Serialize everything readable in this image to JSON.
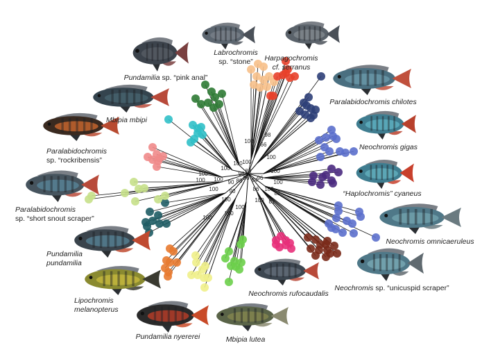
{
  "figure": {
    "taxa": [
      {
        "key": "pink-anal",
        "color": "#2e7a34",
        "fish": [
          "#3c434c",
          "#5a6068",
          "#7a4040"
        ],
        "lines": [
          [
            {
              "t": "Pundamilia",
              "i": true
            },
            {
              "t": " sp. “pink anal”",
              "i": false
            }
          ]
        ]
      },
      {
        "key": "stone",
        "color": "#f7c08a",
        "fish": [
          "#5c6670",
          "#7d858d",
          "#4a5058"
        ],
        "lines": [
          [
            {
              "t": "Labrochromis",
              "i": true
            }
          ],
          [
            {
              "t": "sp. “stone”",
              "i": false
            }
          ]
        ]
      },
      {
        "key": "serranus",
        "color": "#e8402a",
        "fish": [
          "#5a626a",
          "#888e94",
          "#4a5058"
        ],
        "lines": [
          [
            {
              "t": "Harpagochromis",
              "i": true
            }
          ],
          [
            {
              "t": "cf. serranus",
              "i": true
            }
          ]
        ]
      },
      {
        "key": "chilotes",
        "color": "#2e3f78",
        "fish": [
          "#4a6f80",
          "#6fa0b0",
          "#c0503c"
        ],
        "lines": [
          [
            {
              "t": "Paralabidochromis chilotes",
              "i": true
            }
          ]
        ]
      },
      {
        "key": "gigas",
        "color": "#5b6fcc",
        "fish": [
          "#3f7d90",
          "#64b8c8",
          "#b8402c"
        ],
        "lines": [
          [
            {
              "t": "Neochromis gigas",
              "i": true
            }
          ]
        ]
      },
      {
        "key": "cyaneus",
        "color": "#4a2a80",
        "fish": [
          "#3f7d90",
          "#6ab8c4",
          "#c8402c"
        ],
        "lines": [
          [
            {
              "t": "“Haplochromis” cyaneus",
              "i": true
            }
          ]
        ]
      },
      {
        "key": "omnicaeruleus",
        "color": "#5b6fcc",
        "fish": [
          "#4f7888",
          "#78a8b4",
          "#6a7a80"
        ],
        "lines": [
          [
            {
              "t": "Neochromis omnicaeruleus",
              "i": true
            }
          ]
        ]
      },
      {
        "key": "unicuspid",
        "color": "#7a2a1a",
        "fish": [
          "#4f7888",
          "#80b0bc",
          "#606a70"
        ],
        "lines": [
          [
            {
              "t": "Neochromis",
              "i": true
            },
            {
              "t": " sp. “unicuspid scraper”",
              "i": false
            }
          ]
        ]
      },
      {
        "key": "rufocaudalis",
        "color": "#e8307a",
        "fish": [
          "#3c4650",
          "#6a7480",
          "#b84a3a"
        ],
        "lines": [
          [
            {
              "t": "Neochromis rufocaudalis",
              "i": true
            }
          ]
        ]
      },
      {
        "key": "lutea",
        "color": "#6ccf4a",
        "fish": [
          "#5a6448",
          "#8a8a50",
          "#8a8a70"
        ],
        "lines": [
          [
            {
              "t": "Mbipia lutea",
              "i": true
            }
          ]
        ]
      },
      {
        "key": "nyererei",
        "color": "#f0f08a",
        "fish": [
          "#2a2a2a",
          "#d04028",
          "#c84a28"
        ],
        "lines": [
          [
            {
              "t": "Pundamilia nyererei",
              "i": true
            }
          ]
        ]
      },
      {
        "key": "melanopterus",
        "color": "#e87a30",
        "fish": [
          "#8a8a30",
          "#d0c040",
          "#3a3a30"
        ],
        "lines": [
          [
            {
              "t": "Lipochromis",
              "i": true
            }
          ],
          [
            {
              "t": "melanopterus",
              "i": true
            }
          ]
        ]
      },
      {
        "key": "pundamilia",
        "color": "#1e5c64",
        "fish": [
          "#3a444c",
          "#5a8aa0",
          "#c04a30"
        ],
        "lines": [
          [
            {
              "t": "Pundamilia",
              "i": true
            }
          ],
          [
            {
              "t": "pundamilia",
              "i": true
            }
          ]
        ]
      },
      {
        "key": "short-snout",
        "color": "#c6e08a",
        "fish": [
          "#46545e",
          "#5a8aa0",
          "#b84a3a"
        ],
        "lines": [
          [
            {
              "t": "Paralabidochromis",
              "i": true
            }
          ],
          [
            {
              "t": "sp. “short snout scraper”",
              "i": false
            }
          ]
        ]
      },
      {
        "key": "rockribensis",
        "color": "#f08a8a",
        "fish": [
          "#3a2a20",
          "#e07030",
          "#b84a30"
        ],
        "lines": [
          [
            {
              "t": "Paralabidochromis",
              "i": true
            }
          ],
          [
            {
              "t": "sp. “rockribensis”",
              "i": false
            }
          ]
        ]
      },
      {
        "key": "mbipi",
        "color": "#30c0c8",
        "fish": [
          "#34444e",
          "#4a6874",
          "#b84a3a"
        ],
        "lines": [
          [
            {
              "t": "Mbipia mbipi",
              "i": true
            }
          ]
        ]
      }
    ],
    "bootstrap": [
      "98",
      "100",
      "66",
      "100",
      "100",
      "100",
      "100",
      "88",
      "96",
      "96",
      "94",
      "96",
      "100",
      "100",
      "100",
      "100",
      "90",
      "88",
      "100",
      "100",
      "90",
      "86",
      "100",
      "81",
      "100",
      "100",
      "81",
      "100",
      "100",
      "100"
    ]
  }
}
